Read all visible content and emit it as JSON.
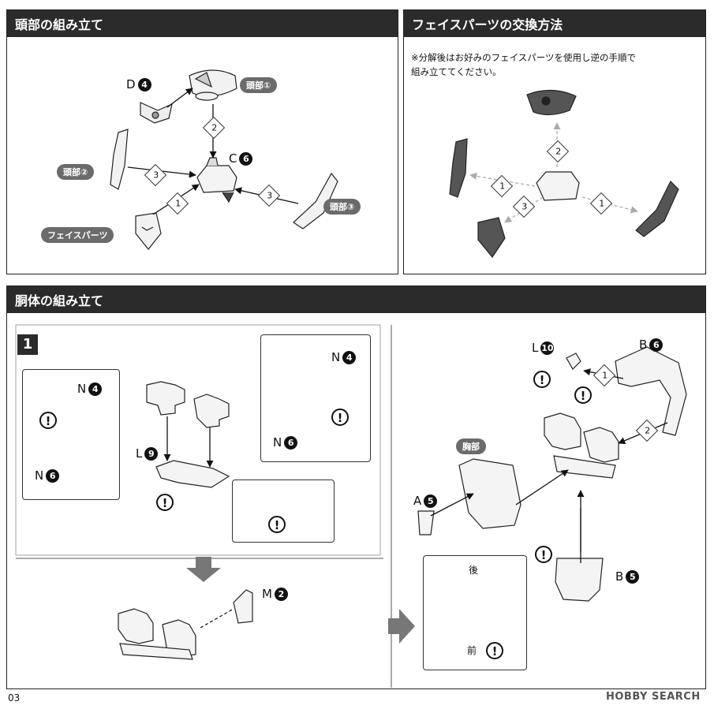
{
  "sections": {
    "head": {
      "title": "頭部の組み立て"
    },
    "face": {
      "title": "フェイスパーツの交換方法",
      "note": "※分解後はお好みのフェイスパーツを使用し逆の手順で\n組み立ててください。"
    },
    "torso": {
      "title": "胴体の組み立て"
    }
  },
  "head_labels": {
    "head1": "頭部①",
    "head2": "頭部②",
    "head3": "頭部③",
    "face": "フェイスパーツ",
    "d": "D",
    "d_num": "4",
    "c": "C",
    "c_num": "6"
  },
  "steps": {
    "s1": "1",
    "s2": "2",
    "s3": "3"
  },
  "warn": "!",
  "torso_labels": {
    "step_box": "1",
    "n": "N",
    "n4": "4",
    "n6": "6",
    "l": "L",
    "l9": "9",
    "l10": "10",
    "m": "M",
    "m2": "2",
    "b": "B",
    "b6": "6",
    "b5": "5",
    "a": "A",
    "a5": "5",
    "chest": "胸部",
    "back": "後",
    "front": "前"
  },
  "footer": {
    "page": "03",
    "watermark": "HOBBY SEARCH"
  }
}
